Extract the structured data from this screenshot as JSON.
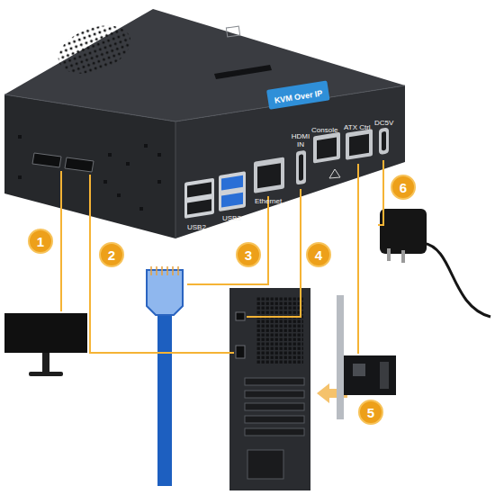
{
  "diagram": {
    "nodes": [
      {
        "text": [
          "KVM Over IP"
        ]
      },
      {
        "text": [
          "1"
        ]
      },
      {
        "text": [
          "2"
        ]
      },
      {
        "text": [
          "3"
        ]
      },
      {
        "text": [
          "4"
        ]
      },
      {
        "text": [
          "5"
        ]
      },
      {
        "text": [
          "6"
        ]
      }
    ],
    "labels": [
      "USB2",
      "USB3",
      "Ethernet",
      "HDMI IN",
      "Console",
      "ATX Ctrl",
      "DC5V"
    ]
  }
}
